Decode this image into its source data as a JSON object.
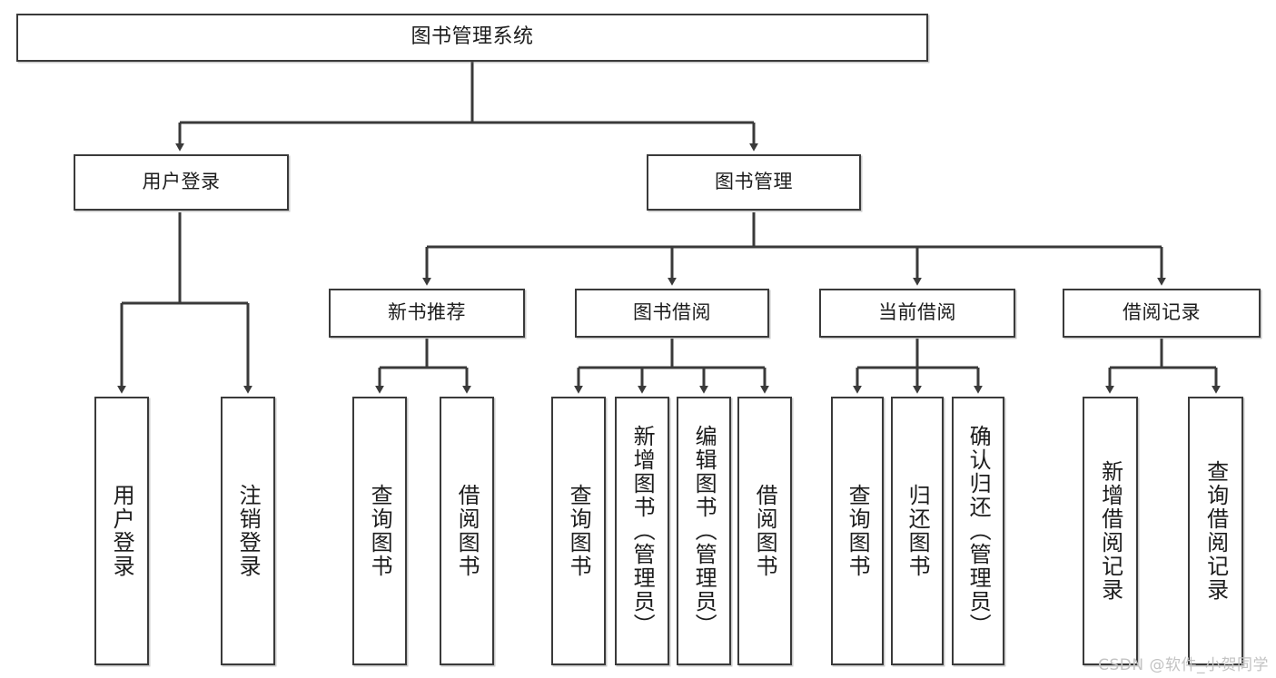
{
  "diagram": {
    "type": "tree-hierarchy-chart",
    "title": "图书管理系统",
    "watermark": "CSDN @软件_小贺同学",
    "colors": {
      "stroke": "#3a3a3a",
      "fill": "#ffffff",
      "text": "#1c1c1c",
      "watermark": "#c3c3c3"
    },
    "nodes": {
      "root": {
        "label": "图书管理系统"
      },
      "level2": [
        {
          "id": "user-login",
          "label": "用户登录"
        },
        {
          "id": "book-manage",
          "label": "图书管理"
        }
      ],
      "level3": [
        {
          "id": "new-book-recommend",
          "label": "新书推荐"
        },
        {
          "id": "book-borrow",
          "label": "图书借阅"
        },
        {
          "id": "current-borrow",
          "label": "当前借阅"
        },
        {
          "id": "borrow-record",
          "label": "借阅记录"
        }
      ],
      "leaves": [
        {
          "id": "leaf-user-login",
          "label": "用户登录",
          "parent": "user-login"
        },
        {
          "id": "leaf-logout-login",
          "label": "注销登录",
          "parent": "user-login"
        },
        {
          "id": "leaf-query-book-1",
          "label": "查询图书",
          "parent": "new-book-recommend"
        },
        {
          "id": "leaf-borrow-book-1",
          "label": "借阅图书",
          "parent": "new-book-recommend"
        },
        {
          "id": "leaf-query-book-2",
          "label": "查询图书",
          "parent": "book-borrow"
        },
        {
          "id": "leaf-add-book",
          "label": "新增图书（管理员）",
          "parent": "book-borrow"
        },
        {
          "id": "leaf-edit-book",
          "label": "编辑图书（管理员）",
          "parent": "book-borrow"
        },
        {
          "id": "leaf-borrow-book-2",
          "label": "借阅图书",
          "parent": "book-borrow"
        },
        {
          "id": "leaf-query-book-3",
          "label": "查询图书",
          "parent": "current-borrow"
        },
        {
          "id": "leaf-return-book",
          "label": "归还图书",
          "parent": "current-borrow"
        },
        {
          "id": "leaf-confirm-return",
          "label": "确认归还（管理员）",
          "parent": "current-borrow"
        },
        {
          "id": "leaf-add-record",
          "label": "新增借阅记录",
          "parent": "borrow-record"
        },
        {
          "id": "leaf-query-record",
          "label": "查询借阅记录",
          "parent": "borrow-record"
        }
      ]
    }
  }
}
